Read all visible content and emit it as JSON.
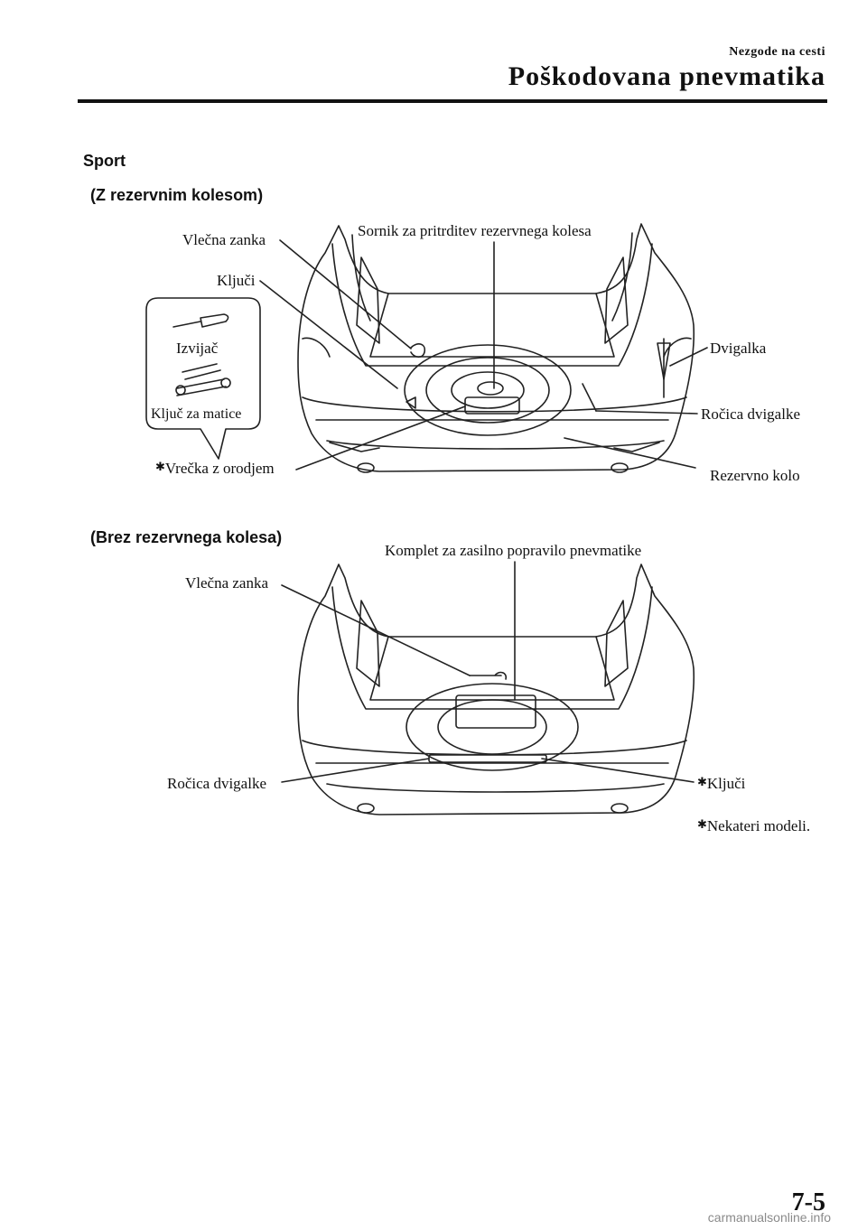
{
  "header": {
    "section": "Nezgode na cesti",
    "title": "Poškodovana pnevmatika"
  },
  "sport_label": "Sport",
  "figure1": {
    "title": "(Z rezervnim kolesom)",
    "labels": {
      "tow_hook": "Vlečna zanka",
      "spare_bolt": "Sornik za pritrditev rezervnega kolesa",
      "wrenches": "Ključi",
      "screwdriver": "Izvijač",
      "lug_wrench": "Ključ za matice",
      "jack": "Dvigalka",
      "jack_handle": "Ročica dvigalke",
      "tool_bag": "Vrečka z orodjem",
      "spare_tire": "Rezervno kolo"
    }
  },
  "figure2": {
    "title": "(Brez rezervnega kolesa)",
    "labels": {
      "repair_kit": "Komplet za zasilno popravilo pnevmatike",
      "tow_hook": "Vlečna zanka",
      "jack_handle": "Ročica dvigalke",
      "wrenches": "Ključi"
    }
  },
  "footnote": "Nekateri modeli.",
  "page_number": "7-5",
  "watermark": "carmanualsonline.info"
}
